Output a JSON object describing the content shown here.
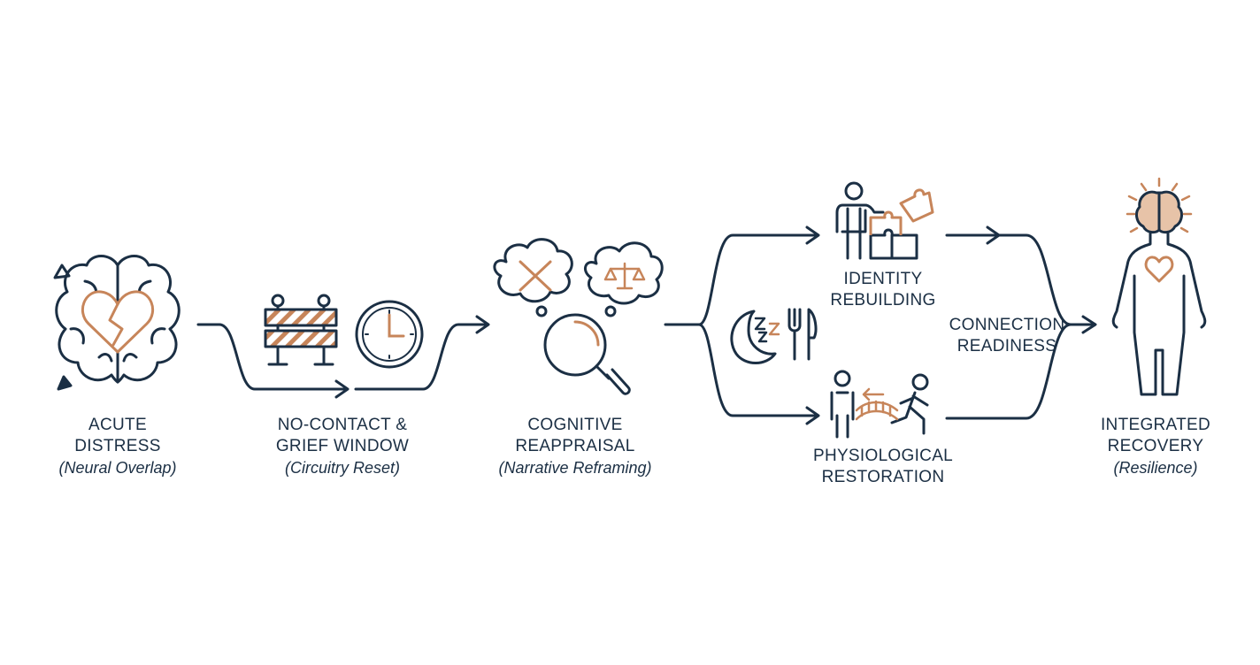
{
  "colors": {
    "navy": "#1b2f44",
    "accent": "#c7855a",
    "background": "#ffffff"
  },
  "stages": [
    {
      "id": "acute-distress",
      "title": [
        "ACUTE",
        "DISTRESS"
      ],
      "subtitle": "(Neural Overlap)",
      "icons": [
        "brain-icon",
        "broken-heart-icon",
        "shard-icon"
      ]
    },
    {
      "id": "no-contact",
      "title": [
        "NO-CONTACT &",
        "GRIEF WINDOW"
      ],
      "subtitle": "(Circuitry Reset)",
      "icons": [
        "barrier-icon",
        "clock-icon"
      ]
    },
    {
      "id": "cognitive-reappraisal",
      "title": [
        "COGNITIVE",
        "REAPPRAISAL"
      ],
      "subtitle": "(Narrative Reframing)",
      "icons": [
        "thought-bubble-x-icon",
        "thought-bubble-scales-icon",
        "magnifier-icon"
      ]
    },
    {
      "id": "identity-rebuilding",
      "title": [
        "IDENTITY",
        "REBUILDING"
      ],
      "icons": [
        "person-icon",
        "puzzle-icon"
      ]
    },
    {
      "id": "physiological-restoration",
      "title": [
        "PHYSIOLOGICAL",
        "RESTORATION"
      ],
      "icons": [
        "sleep-moon-icon",
        "fork-knife-icon",
        "person-bridge-runner-icon"
      ]
    },
    {
      "id": "connection-readiness",
      "title": [
        "CONNECTION",
        "READINESS"
      ]
    },
    {
      "id": "integrated-recovery",
      "title": [
        "INTEGRATED",
        "RECOVERY"
      ],
      "subtitle": "(Resilience)",
      "icons": [
        "human-figure-icon",
        "radiant-brain-icon",
        "heart-icon"
      ]
    }
  ]
}
